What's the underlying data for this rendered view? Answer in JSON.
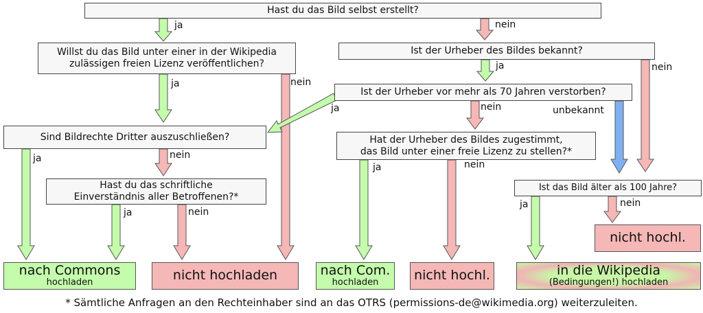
{
  "colors": {
    "green_arrow": "#c4fbac",
    "red_arrow": "#f6b7b7",
    "blue_arrow": "#7fb0f0",
    "green_box": "#c4fbac",
    "red_box": "#f6b7b7",
    "question_box": "#f7f7f7"
  },
  "questions": {
    "q1": "Hast du das Bild selbst erstellt?",
    "q2": [
      "Willst du das Bild unter einer in der Wikipedia",
      "zulässigen freien Lizenz veröffentlichen?"
    ],
    "q3": "Ist der Urheber des Bildes bekannt?",
    "q4": "Ist der Urheber vor mehr als 70 Jahren verstorben?",
    "q5": "Sind Bildrechte Dritter auszuschließen?",
    "q6": [
      "Hat der Urheber des Bildes zugestimmt,",
      "das Bild unter einer freie Lizenz zu stellen?*"
    ],
    "q7": [
      "Hast du das schriftliche",
      "Einverständnis aller Betroffenen?*"
    ],
    "q8": "Ist das Bild älter als 100 Jahre?"
  },
  "results": {
    "r1": {
      "line1": "nach Commons",
      "line2": "hochladen"
    },
    "r2": {
      "line1": "nicht hochladen"
    },
    "r3": {
      "line1": "nach Com.",
      "line2": "hochladen"
    },
    "r4": {
      "line1": "nicht hochl."
    },
    "r5": {
      "line1": "in die Wikipedia",
      "line2": "(Bedingungen!) hochladen"
    },
    "r6": {
      "line1": "nicht hochl."
    }
  },
  "labels": {
    "ja": "ja",
    "nein": "nein",
    "unbekannt": "unbekannt"
  },
  "footnote": "* Sämtliche Anfragen an den Rechteinhaber sind an das OTRS (permissions-de@wikimedia.org) weiterzuleiten."
}
